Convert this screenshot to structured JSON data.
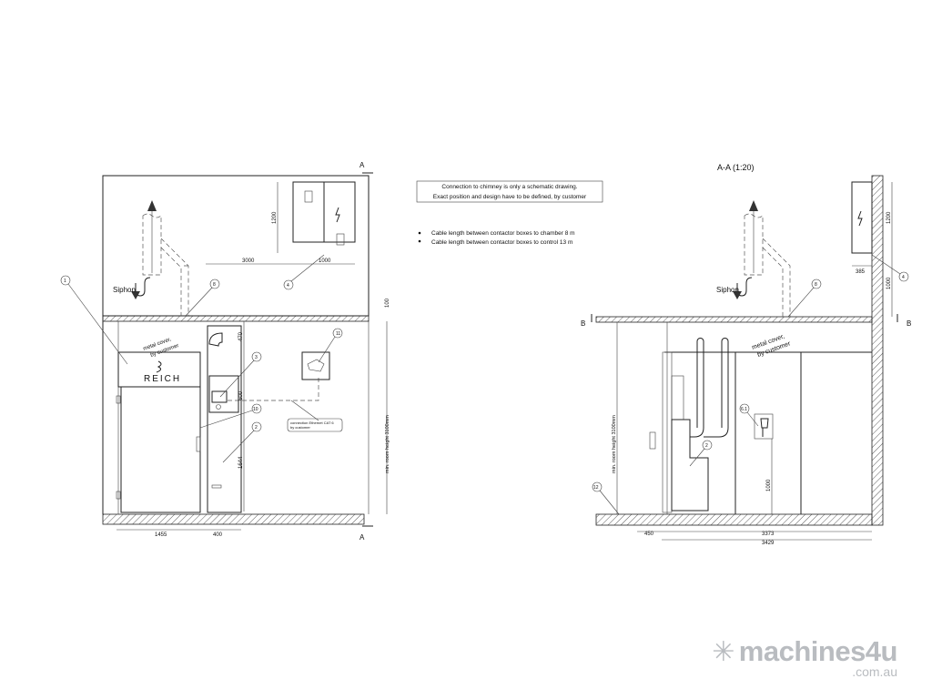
{
  "notes": {
    "chimney_line1": "Connection to chimney is only a schematic drawing.",
    "chimney_line2": "Exact position and design have to be defined, by customer",
    "bullet1": "Cable length between contactor boxes to chamber 8 m",
    "bullet2": "Cable length between contactor boxes to control 13 m"
  },
  "front_view": {
    "section_marker": "A",
    "siphon": "Siphon",
    "metal_cover_1": "metal cover,",
    "metal_cover_2": "by customer",
    "brand": "REICH",
    "ethernet_1": "connection Ethernet CAT 6",
    "ethernet_2": "by customer",
    "room_height": "min. room height 3100mm",
    "dims": {
      "d1200": "1200",
      "d3000": "3000",
      "d1000": "1000",
      "d100": "100",
      "d470": "470",
      "d600": "600",
      "d1644": "1644",
      "d1455": "1455",
      "d400": "400"
    },
    "callouts": [
      "1",
      "8",
      "4",
      "3",
      "11",
      "10",
      "2"
    ]
  },
  "section_view": {
    "title": "A-A (1:20)",
    "section_marker": "B",
    "siphon": "Siphon",
    "metal_cover_1": "metal cover,",
    "metal_cover_2": "by customer",
    "room_height": "min. room height 3100mm",
    "dims": {
      "d1200": "1200",
      "d385": "385",
      "d1000a": "1000",
      "d1000b": "1000",
      "d450": "450",
      "d3373": "3373",
      "d3429": "3429"
    },
    "callouts": [
      "4",
      "8",
      "6.1",
      "2",
      "12"
    ]
  },
  "watermark": {
    "main": "machines4u",
    "sub": ".com.au"
  }
}
